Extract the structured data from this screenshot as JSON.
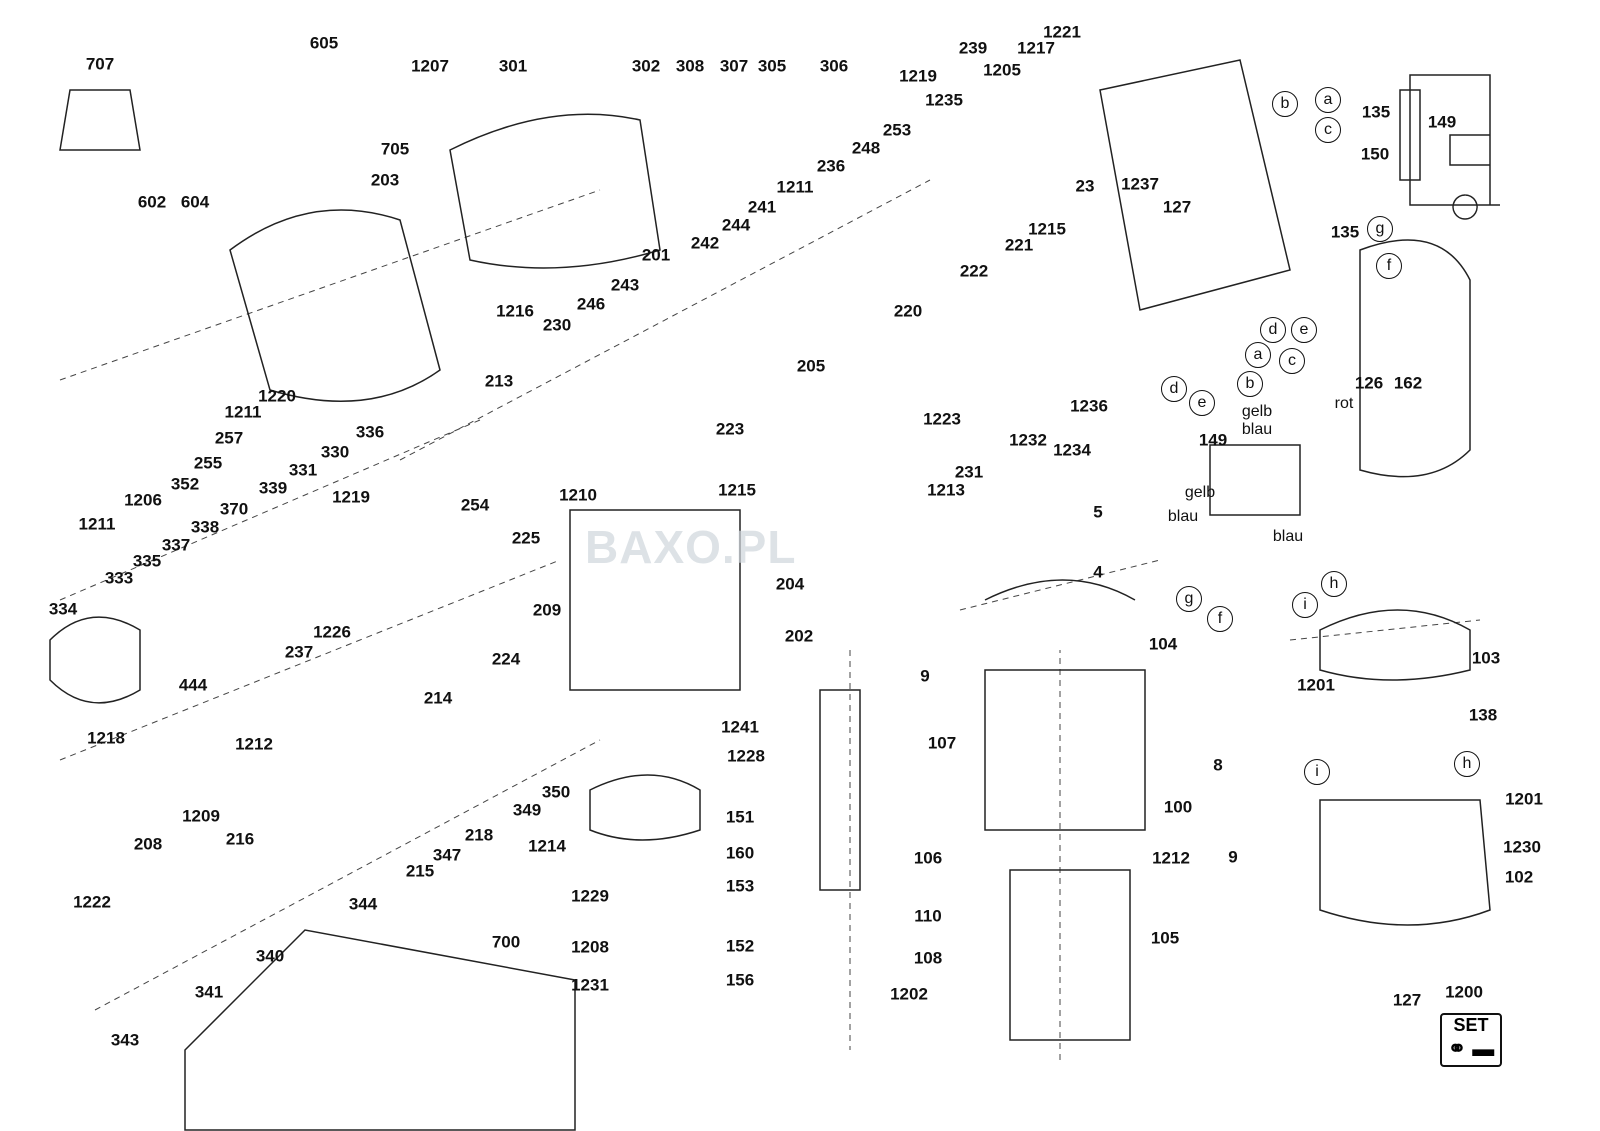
{
  "diagram": {
    "watermark": "BAXO.PL",
    "set_badge": "SET",
    "part_labels": [
      "707",
      "605",
      "705",
      "203",
      "1207",
      "301",
      "302",
      "308",
      "307",
      "305",
      "306",
      "239",
      "1221",
      "1217",
      "1219",
      "1205",
      "1235",
      "253",
      "248",
      "236",
      "1211",
      "241",
      "244",
      "242",
      "201",
      "243",
      "246",
      "230",
      "1216",
      "213",
      "602",
      "604",
      "1220",
      "1211",
      "257",
      "255",
      "352",
      "1206",
      "1211",
      "336",
      "330",
      "331",
      "1219",
      "339",
      "370",
      "338",
      "337",
      "335",
      "333",
      "334",
      "254",
      "1210",
      "225",
      "209",
      "1226",
      "237",
      "224",
      "444",
      "214",
      "1218",
      "1212",
      "1209",
      "208",
      "216",
      "344",
      "215",
      "347",
      "218",
      "349",
      "350",
      "1222",
      "340",
      "341",
      "343",
      "700",
      "205",
      "1223",
      "223",
      "1215",
      "204",
      "202",
      "23",
      "1237",
      "127",
      "221",
      "1215",
      "222",
      "220",
      "1236",
      "1232",
      "1234",
      "231",
      "1213",
      "5",
      "4",
      "104",
      "9",
      "107",
      "1241",
      "1228",
      "151",
      "160",
      "1214",
      "153",
      "1229",
      "152",
      "1208",
      "1231",
      "156",
      "106",
      "110",
      "108",
      "1202",
      "100",
      "1212",
      "105",
      "8",
      "9",
      "135",
      "149",
      "150",
      "135",
      "126",
      "162",
      "149",
      "103",
      "1201",
      "138",
      "1201",
      "1230",
      "102",
      "127",
      "1200"
    ],
    "connector_letters": [
      "b",
      "a",
      "c",
      "g",
      "f",
      "d",
      "e",
      "a",
      "c",
      "b",
      "d",
      "e",
      "g",
      "f",
      "h",
      "i",
      "i",
      "h"
    ],
    "wire_labels": [
      "rot",
      "gelb",
      "blau",
      "gelb",
      "blau",
      "blau"
    ]
  }
}
